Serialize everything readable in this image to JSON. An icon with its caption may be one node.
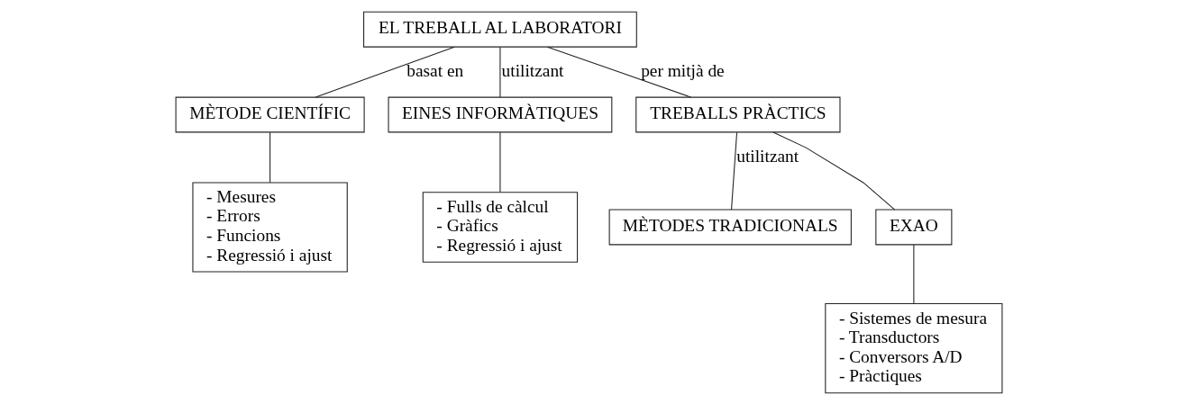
{
  "diagram": {
    "nodes": [
      {
        "text": [
          "EL TREBALL AL LABORATORI"
        ]
      },
      {
        "text": [
          "MÈTODE CIENTÍFIC"
        ]
      },
      {
        "text": [
          "EINES INFORMÀTIQUES"
        ]
      },
      {
        "text": [
          "TREBALLS PRÀCTICS"
        ]
      },
      {
        "text": [
          "- Mesures",
          "- Errors",
          "- Funcions",
          "- Regressió i ajust"
        ]
      },
      {
        "text": [
          "- Fulls de càlcul",
          "- Gràfics",
          "- Regressió i ajust"
        ]
      },
      {
        "text": [
          "MÈTODES TRADICIONALS"
        ]
      },
      {
        "text": [
          "EXAO"
        ]
      },
      {
        "text": [
          "- Sistemes de mesura",
          "- Transductors",
          "- Conversors A/D",
          "- Pràctiques"
        ]
      }
    ],
    "edges": [
      {
        "from": 0,
        "to": 1,
        "arrow": "none",
        "label": "basat en"
      },
      {
        "from": 0,
        "to": 2,
        "arrow": "none",
        "label": "utilitzant"
      },
      {
        "from": 0,
        "to": 3,
        "arrow": "none",
        "label": "per mitjà de"
      },
      {
        "from": 1,
        "to": 4,
        "arrow": "none"
      },
      {
        "from": 2,
        "to": 5,
        "arrow": "none"
      },
      {
        "from": 3,
        "to": 6,
        "arrow": "none",
        "label": "utilitzant"
      },
      {
        "from": 3,
        "to": 7,
        "arrow": "none"
      },
      {
        "from": 7,
        "to": 8,
        "arrow": "none"
      }
    ]
  }
}
